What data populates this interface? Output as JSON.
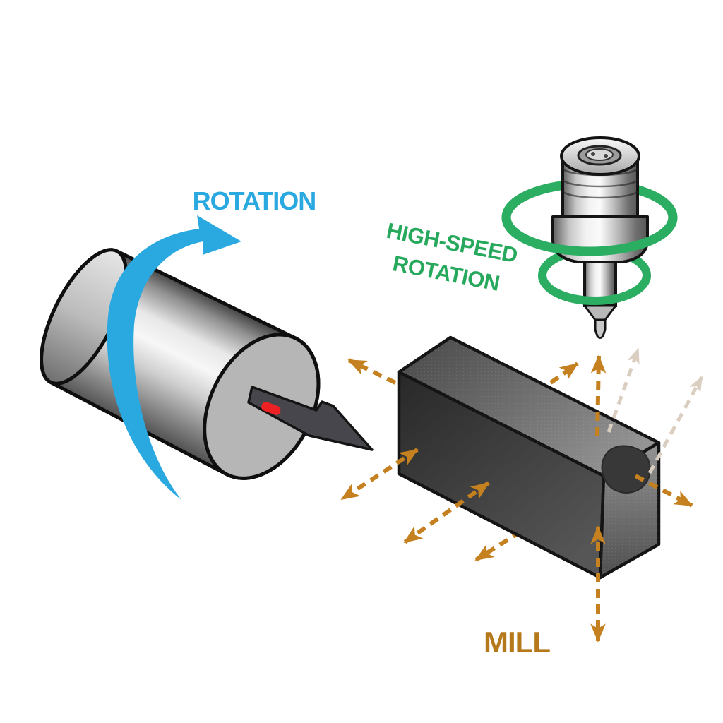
{
  "labels": {
    "lathe_rotation": "ROTATION",
    "mill_rotation_line1": "HIGH-SPEED",
    "mill_rotation_line2": "ROTATION",
    "mill_caption": "MILL"
  },
  "colors": {
    "rotation_blue": "#2AA9E1",
    "high_speed_green": "#27A95D",
    "spindle_ring_green": "#2BAD62",
    "mill_caption_brown": "#B5791B",
    "axis_arrow_orange": "#C5801F",
    "axis_arrow_tan": "#D9CEC0",
    "tool_insert_red": "#ED2024",
    "outline_black": "#141414"
  },
  "graphics": {
    "lathe_workpiece_icon": "gray steel cylinder (turning workpiece)",
    "rotation_arc_icon": "blue curved arrow wrapping around cylinder",
    "cutting_tool_icon": "single-point lathe tool with red insert",
    "mill_spindle_icon": "vertical milling spindle with pointed cutter",
    "spindle_rings_icon": "two green rotation ellipses around spindle",
    "mill_workpiece_icon": "dark rectangular block with machined notch",
    "axis_arrows_icon": "dashed orange/tan arrows showing multi-axis movement"
  }
}
